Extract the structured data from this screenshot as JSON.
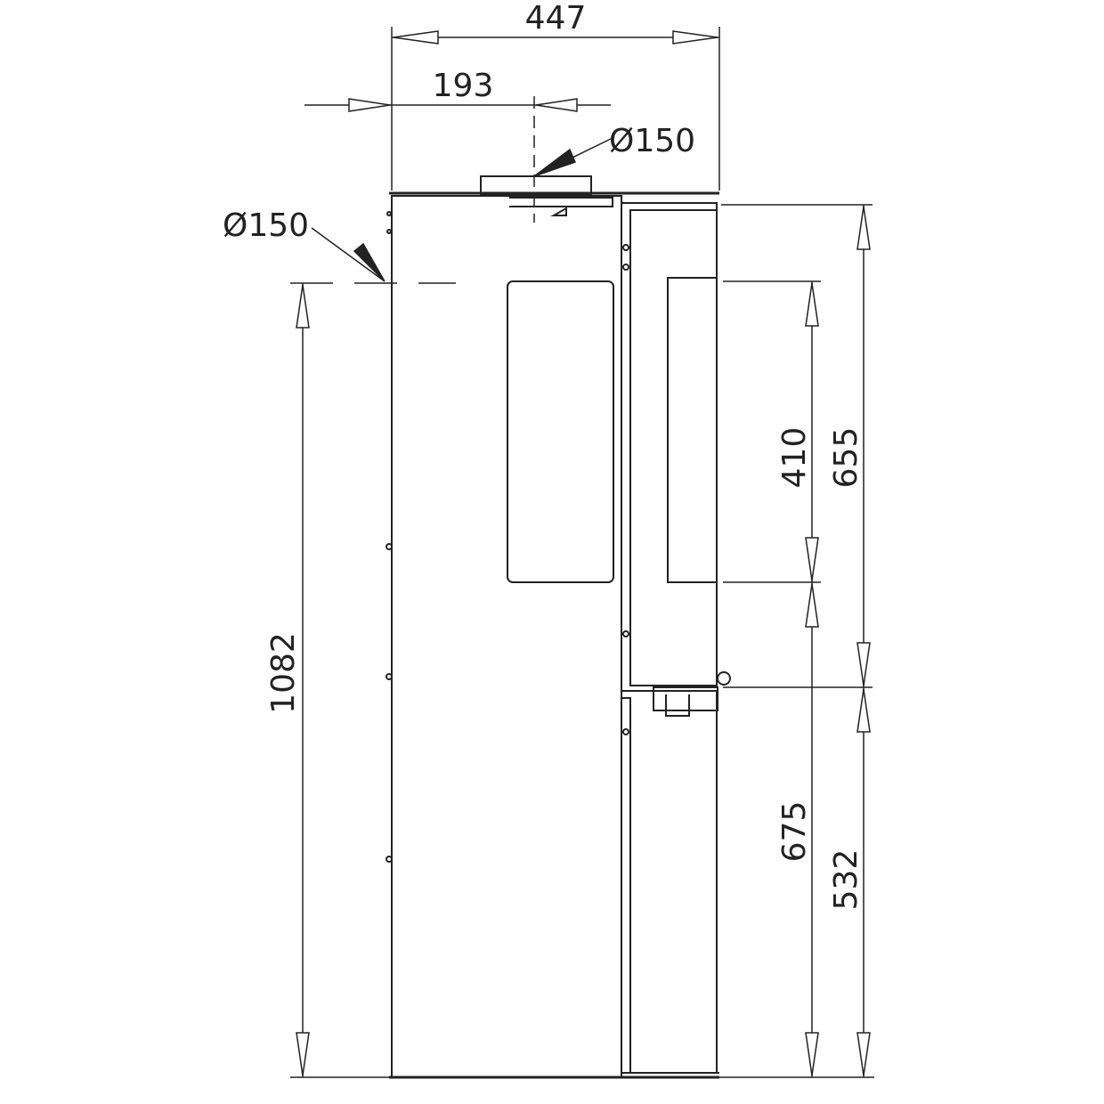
{
  "dimensions": {
    "overall_width": "447",
    "flue_offset": "193",
    "top_flue_diameter": "Ø150",
    "rear_flue_diameter": "Ø150",
    "rear_flue_height": "1082",
    "window_height": "410",
    "side_upper_height": "655",
    "window_bottom_height": "675",
    "side_lower_height": "532"
  },
  "colors": {
    "line": "#222222",
    "arrow_fill": "#ffffff"
  }
}
